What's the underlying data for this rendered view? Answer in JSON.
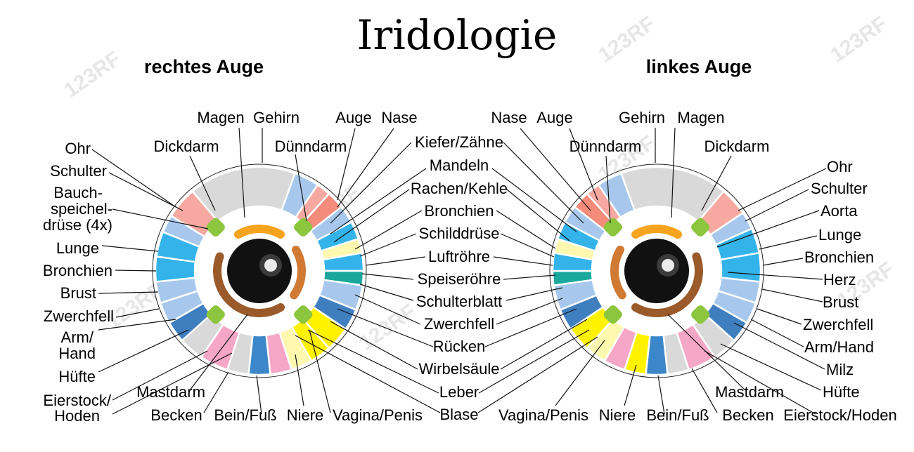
{
  "title": "Iridologie",
  "right_eye": {
    "heading": "rechtes Auge",
    "labels": [
      {
        "text": "Magen"
      },
      {
        "text": "Gehirn"
      },
      {
        "text": "Auge"
      },
      {
        "text": "Nase"
      },
      {
        "text": "Dickdarm"
      },
      {
        "text": "Dünndarm"
      },
      {
        "text": "Ohr"
      },
      {
        "text": "Schulter"
      },
      {
        "text": "Bauch-"
      },
      {
        "text": "speichel-"
      },
      {
        "text": "drüse (4x)"
      },
      {
        "text": "Lunge"
      },
      {
        "text": "Bronchien"
      },
      {
        "text": "Brust"
      },
      {
        "text": "Zwerchfell"
      },
      {
        "text": "Arm/"
      },
      {
        "text": "Hand"
      },
      {
        "text": "Hüfte"
      },
      {
        "text": "Eierstock/"
      },
      {
        "text": "Hoden"
      },
      {
        "text": "Mastdarm"
      },
      {
        "text": "Becken"
      },
      {
        "text": "Bein/Fuß"
      },
      {
        "text": "Niere"
      },
      {
        "text": "Vagina/Penis"
      }
    ]
  },
  "center_labels": [
    {
      "text": "Kiefer/Zähne"
    },
    {
      "text": "Mandeln"
    },
    {
      "text": "Rachen/Kehle"
    },
    {
      "text": "Bronchien"
    },
    {
      "text": "Schilddrüse"
    },
    {
      "text": "Luftröhre"
    },
    {
      "text": "Speiseröhre"
    },
    {
      "text": "Schulterblatt"
    },
    {
      "text": "Zwerchfell"
    },
    {
      "text": "Rücken"
    },
    {
      "text": "Wirbelsäule"
    },
    {
      "text": "Leber"
    },
    {
      "text": "Blase"
    }
  ],
  "left_eye": {
    "heading": "linkes Auge",
    "labels": [
      {
        "text": "Nase"
      },
      {
        "text": "Auge"
      },
      {
        "text": "Gehirn"
      },
      {
        "text": "Magen"
      },
      {
        "text": "Dünndarm"
      },
      {
        "text": "Dickdarm"
      },
      {
        "text": "Ohr"
      },
      {
        "text": "Schulter"
      },
      {
        "text": "Aorta"
      },
      {
        "text": "Lunge"
      },
      {
        "text": "Bronchien"
      },
      {
        "text": "Herz"
      },
      {
        "text": "Brust"
      },
      {
        "text": "Zwerchfell"
      },
      {
        "text": "Arm/Hand"
      },
      {
        "text": "Milz"
      },
      {
        "text": "Hüfte"
      },
      {
        "text": "Vagina/Penis"
      },
      {
        "text": "Niere"
      },
      {
        "text": "Bein/Fuß"
      },
      {
        "text": "Becken"
      },
      {
        "text": "Mastdarm"
      },
      {
        "text": "Eierstock/Hoden"
      }
    ]
  },
  "watermark": "123RF",
  "colors": {
    "gray": "#d9d9d9",
    "pink": "#f7a8a0",
    "light_blue": "#a7c8ec",
    "sky_blue": "#33b3ea",
    "blue": "#3b87c9",
    "steel_blue": "#3f7fc0",
    "green": "#8cc63f",
    "orange": "#f6a31d",
    "brown": "#9a5a2a",
    "copper": "#d07a34",
    "teal": "#19a89b",
    "yellow": "#fff200",
    "light_yellow": "#fff9b0",
    "magenta_pink": "#f6a6c6",
    "salmon": "#f48b7b"
  }
}
